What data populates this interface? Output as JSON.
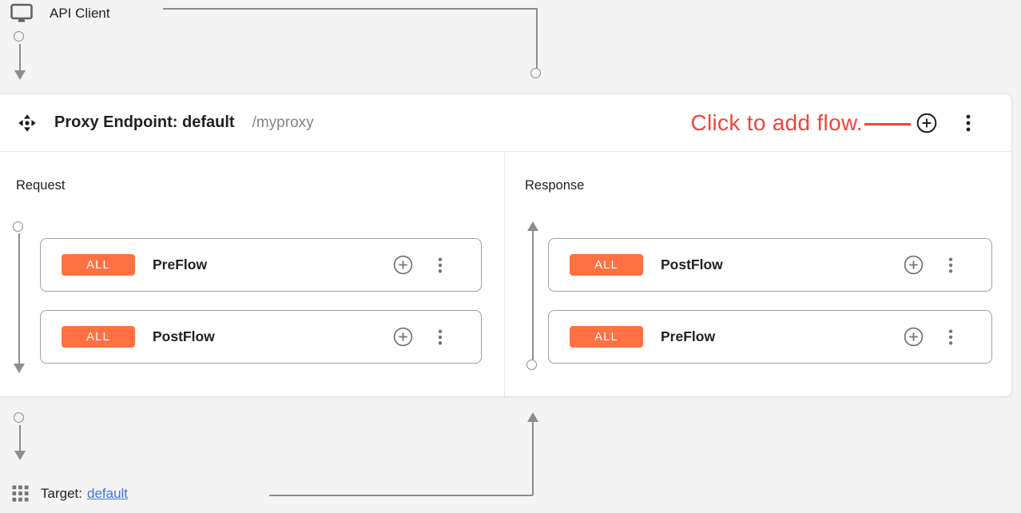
{
  "api_client": {
    "label": "API Client",
    "icon": "monitor-icon"
  },
  "proxy_endpoint": {
    "icon": "move-icon",
    "title": "Proxy Endpoint: default",
    "path": "/myproxy",
    "cta": "Click to add flow.",
    "add_flow_icon": "add-circle-icon",
    "menu_icon": "kebab-menu-icon",
    "request": {
      "label": "Request",
      "flows": [
        {
          "condition": "ALL",
          "name": "PreFlow"
        },
        {
          "condition": "ALL",
          "name": "PostFlow"
        }
      ]
    },
    "response": {
      "label": "Response",
      "flows": [
        {
          "condition": "ALL",
          "name": "PostFlow"
        },
        {
          "condition": "ALL",
          "name": "PreFlow"
        }
      ]
    }
  },
  "target": {
    "label": "Target:",
    "link": "default",
    "icon": "grid-icon"
  },
  "colors": {
    "background": "#f4f4f5",
    "badge_orange": "#ff7043",
    "accent_red": "#f4433b",
    "link_blue": "#4272db",
    "connector_gray": "#8a8d91",
    "text_primary": "#202124",
    "text_secondary": "#80868b"
  }
}
